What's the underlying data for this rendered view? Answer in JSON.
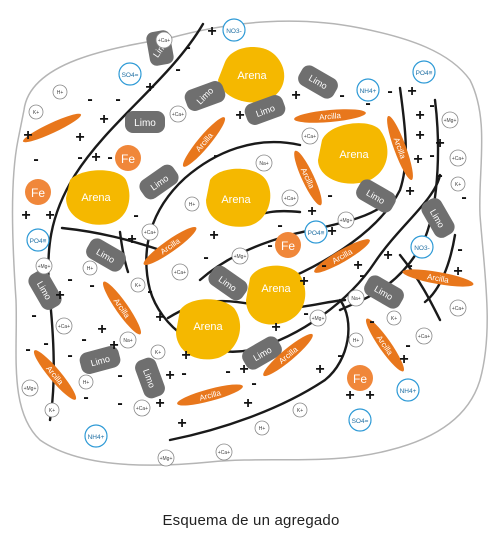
{
  "caption": "Esquema de un agregado",
  "labels": {
    "arena": "Arena",
    "limo": "Limo",
    "arcilla": "Arcilla",
    "fe": "Fe",
    "plus": "+",
    "minus": "-"
  },
  "ions": {
    "ca": "+Ca+",
    "k": "K+",
    "h": "H+",
    "na": "Na+",
    "mg": "+Mg+",
    "no3": "NO3-",
    "so4": "SO4=",
    "po4": "PO4≡",
    "nh4": "NH4+"
  },
  "colors": {
    "sand": "#f5b800",
    "silt": "#6f6f6f",
    "clay": "#e8771c",
    "iron": "#f0873a",
    "anion_ring": "#2e9ad6"
  }
}
